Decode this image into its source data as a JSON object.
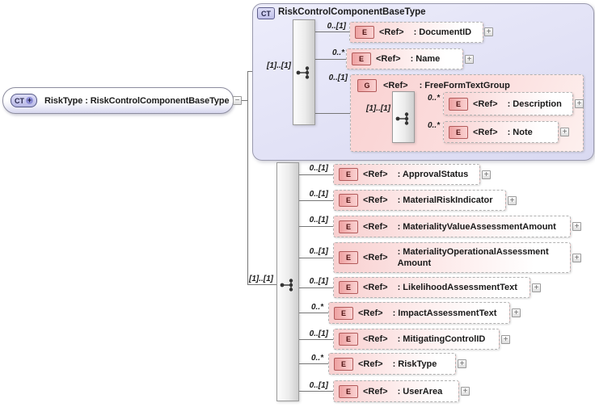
{
  "icons": {
    "expand_plus": "+",
    "collapse_minus": "−",
    "root_type_plus": "+"
  },
  "root": {
    "badge": "CT",
    "label": "RiskType : RiskControlComponentBaseType"
  },
  "base": {
    "badge": "CT",
    "title": "RiskControlComponentBaseType",
    "cardinality_in": "[1]..[1]",
    "children": [
      {
        "badge": "E",
        "ref": "<Ref>",
        "name": ": DocumentID",
        "cardinality": "0..[1]"
      },
      {
        "badge": "E",
        "ref": "<Ref>",
        "name": ": Name",
        "cardinality": "0..*"
      },
      {
        "badge": "G",
        "ref": "<Ref>",
        "name": ": FreeFormTextGroup",
        "cardinality": "0..[1]",
        "cardinality_in": "[1]..[1]",
        "children": [
          {
            "badge": "E",
            "ref": "<Ref>",
            "name": ": Description",
            "cardinality": "0..*"
          },
          {
            "badge": "E",
            "ref": "<Ref>",
            "name": ": Note",
            "cardinality": "0..*"
          }
        ]
      }
    ]
  },
  "sequence": {
    "cardinality_in": "[1]..[1]",
    "children": [
      {
        "badge": "E",
        "ref": "<Ref>",
        "name": ": ApprovalStatus",
        "cardinality": "0..[1]"
      },
      {
        "badge": "E",
        "ref": "<Ref>",
        "name": ": MaterialRiskIndicator",
        "cardinality": "0..[1]"
      },
      {
        "badge": "E",
        "ref": "<Ref>",
        "name": ": MaterialityValueAssessmentAmount",
        "cardinality": "0..[1]"
      },
      {
        "badge": "E",
        "ref": "<Ref>",
        "name": ": MaterialityOperationalAssessmentAmount",
        "cardinality": "0..[1]"
      },
      {
        "badge": "E",
        "ref": "<Ref>",
        "name": ": LikelihoodAssessmentText",
        "cardinality": "0..[1]"
      },
      {
        "badge": "E",
        "ref": "<Ref>",
        "name": ": ImpactAssessmentText",
        "cardinality": "0..*"
      },
      {
        "badge": "E",
        "ref": "<Ref>",
        "name": ": MitigatingControlID",
        "cardinality": "0..[1]"
      },
      {
        "badge": "E",
        "ref": "<Ref>",
        "name": ": RiskType",
        "cardinality": "0..*"
      },
      {
        "badge": "E",
        "ref": "<Ref>",
        "name": ": UserArea",
        "cardinality": "0..[1]"
      }
    ]
  },
  "colors": {
    "element_fill": "#f8d0d0",
    "container_fill": "#e2e2f6",
    "badge_element_border": "#b25a5a",
    "line": "#767676"
  }
}
